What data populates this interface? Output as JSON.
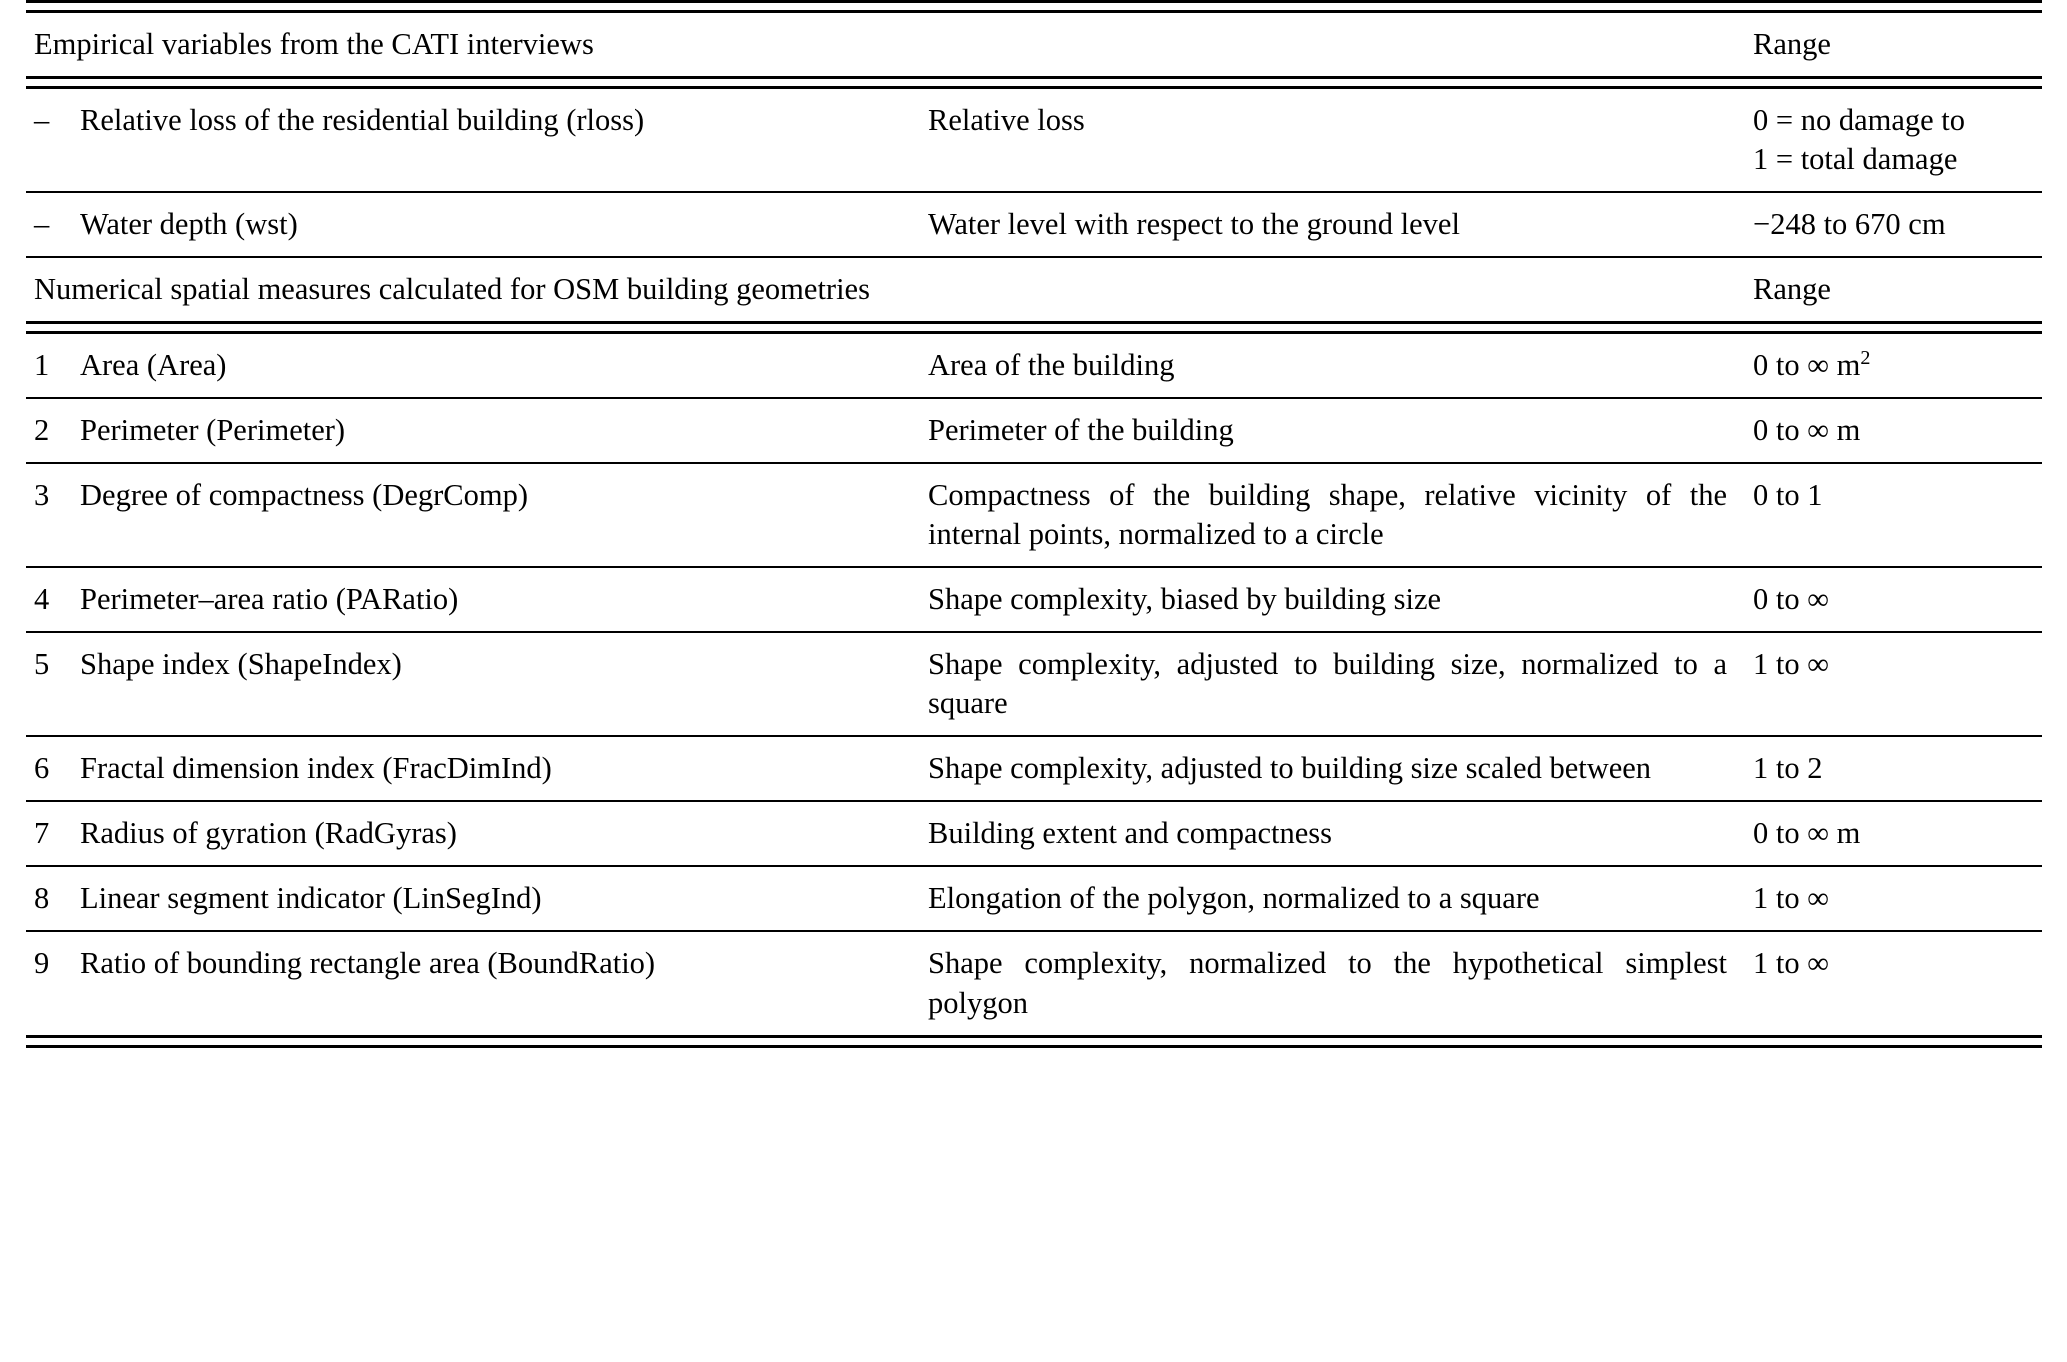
{
  "table": {
    "columns": {
      "variable_header": "Empirical variables from the CATI interviews",
      "range_header": "Range"
    },
    "sections": [
      {
        "title": "Empirical variables from the CATI interviews",
        "range_label": "Range",
        "rows": [
          {
            "num": "–",
            "name": "Relative loss of the residential building (rloss)",
            "desc": "Relative loss",
            "range": "0 = no damage to\n1 = total damage"
          },
          {
            "num": "–",
            "name": "Water depth (wst)",
            "desc": "Water level with respect to the ground level",
            "range": "−248 to 670 cm"
          }
        ]
      },
      {
        "title": "Numerical spatial measures calculated for OSM building geometries",
        "range_label": "Range",
        "rows": [
          {
            "num": "1",
            "name": "Area (Area)",
            "desc": "Area of the building",
            "range": "0 to ∞ m",
            "range_sup": "2"
          },
          {
            "num": "2",
            "name": "Perimeter (Perimeter)",
            "desc": "Perimeter of the building",
            "range": "0 to ∞ m"
          },
          {
            "num": "3",
            "name": "Degree of compactness (DegrComp)",
            "desc": "Compactness of the building shape, relative vicinity of the internal points, normalized to a circle",
            "range": "0 to 1"
          },
          {
            "num": "4",
            "name": "Perimeter–area ratio (PARatio)",
            "desc": "Shape complexity, biased by building size",
            "range": "0 to ∞"
          },
          {
            "num": "5",
            "name": "Shape index (ShapeIndex)",
            "desc": "Shape complexity, adjusted to building size, normalized to a square",
            "range": "1 to ∞"
          },
          {
            "num": "6",
            "name": "Fractal dimension index (FracDimInd)",
            "desc": "Shape complexity, adjusted to building size scaled between",
            "range": "1 to 2"
          },
          {
            "num": "7",
            "name": "Radius of gyration (RadGyras)",
            "desc": "Building extent and compactness",
            "range": "0 to ∞ m"
          },
          {
            "num": "8",
            "name": "Linear segment indicator (LinSegInd)",
            "desc": "Elongation of the polygon, normalized to a square",
            "range": "1 to ∞"
          },
          {
            "num": "9",
            "name": "Ratio of bounding rectangle area (BoundRatio)",
            "desc": "Shape complexity, normalized to the hypothetical simplest polygon",
            "range": "1 to ∞"
          }
        ]
      }
    ]
  }
}
